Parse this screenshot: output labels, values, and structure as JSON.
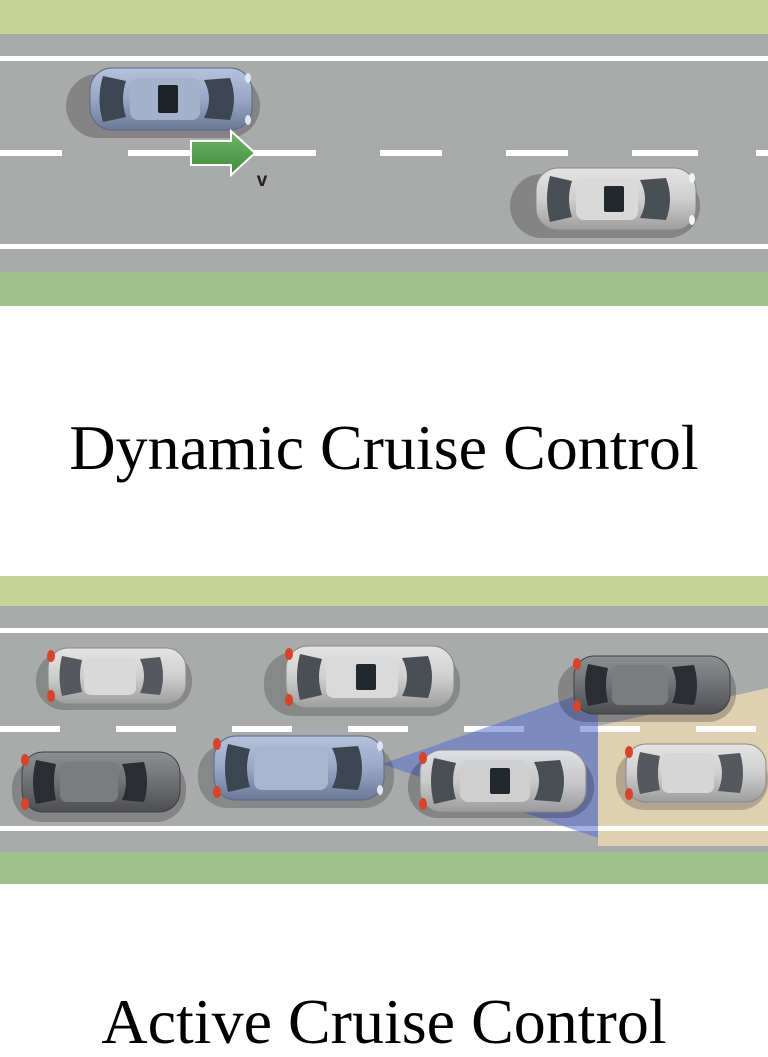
{
  "captions": {
    "top": "Dynamic Cruise Control",
    "bottom": "Active Cruise Control"
  },
  "diagram_top": {
    "speed_label": "v"
  },
  "colors": {
    "grass": "#c5d496",
    "grass_bottom": "#9ec18e",
    "asphalt": "#a9aaaa",
    "lane_marking": "#ffffff",
    "arrow": "#4e9a49",
    "radar_beam": "#5a6fd1",
    "detection_zone": "#f3dcb4",
    "brake_light": "#d8432b",
    "car_silver": "#c9c9c9",
    "car_blue": "#9fadc9",
    "car_dark": "#6f7074"
  }
}
